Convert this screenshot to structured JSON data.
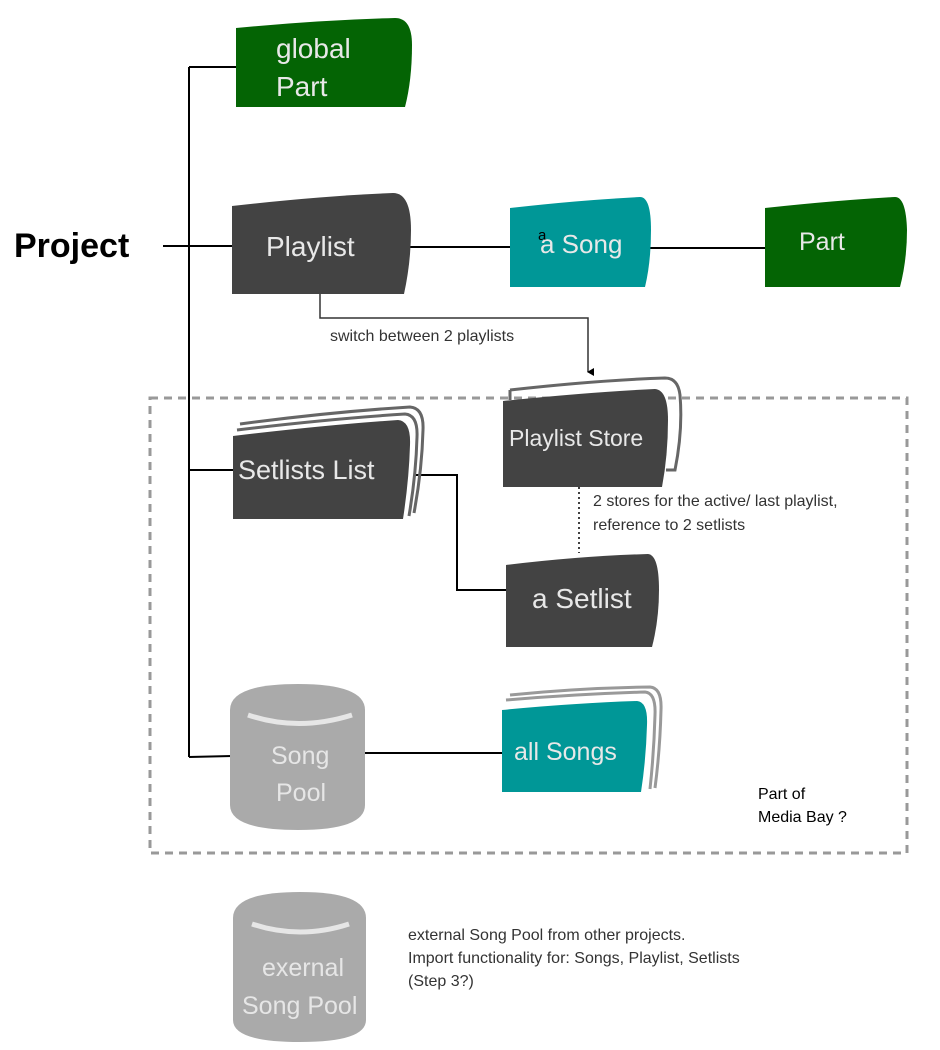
{
  "colors": {
    "green": "#046404",
    "teal": "#009797",
    "dark": "#434343",
    "stack_outline": "#666666",
    "cylinder": "#aaaaaa",
    "cylinder_rim": "#e6e6e6",
    "dashed_border": "#999999",
    "line": "#000000"
  },
  "root": {
    "label": "Project"
  },
  "nodes": {
    "global_part": {
      "line1": "global",
      "line2": "Part",
      "kind": "green-card"
    },
    "playlist": {
      "label": "Playlist",
      "kind": "dark-card"
    },
    "a_song": {
      "label": "a Song",
      "overlap_glyph": "a",
      "kind": "teal-card"
    },
    "part": {
      "label": "Part",
      "kind": "green-card"
    },
    "playlist_store": {
      "label": "Playlist Store",
      "kind": "dark-stack"
    },
    "setlists_list": {
      "label": "Setlists List",
      "kind": "dark-stack"
    },
    "a_setlist": {
      "label": "a Setlist",
      "kind": "dark-card"
    },
    "song_pool": {
      "line1": "Song",
      "line2": "Pool",
      "kind": "cylinder"
    },
    "all_songs": {
      "label": "all Songs",
      "kind": "teal-stack"
    },
    "external_song_pool": {
      "line1": "exernal",
      "line2": "Song Pool",
      "kind": "cylinder"
    }
  },
  "annotations": {
    "switch": "switch between 2  playlists",
    "stores_line1": "2 stores for the active/ last playlist,",
    "stores_line2": "reference to 2 setlists",
    "media_bay_line1": "Part of",
    "media_bay_line2": "Media Bay ?",
    "external_line1": "external Song Pool from other projects.",
    "external_line2": "Import functionality for: Songs, Playlist, Setlists",
    "external_line3": "(Step 3?)"
  },
  "edges": [
    {
      "from": "Project",
      "to": "global Part"
    },
    {
      "from": "Project",
      "to": "Playlist"
    },
    {
      "from": "Project",
      "to": "Setlists List"
    },
    {
      "from": "Project",
      "to": "Song Pool"
    },
    {
      "from": "Playlist",
      "to": "a Song"
    },
    {
      "from": "a Song",
      "to": "Part"
    },
    {
      "from": "Playlist",
      "to": "Playlist Store",
      "label": "switch between 2  playlists",
      "arrow": true
    },
    {
      "from": "Playlist Store",
      "to": "a Setlist",
      "style": "dotted"
    },
    {
      "from": "Setlists List",
      "to": "a Setlist"
    },
    {
      "from": "Song Pool",
      "to": "all Songs"
    }
  ]
}
